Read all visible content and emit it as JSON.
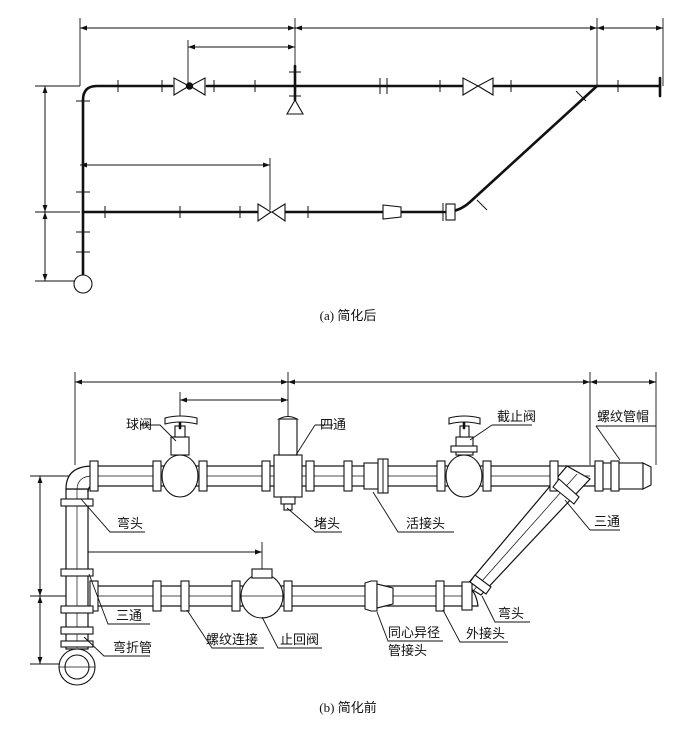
{
  "captions": {
    "a": "(a) 简化后",
    "b": "(b) 简化前"
  },
  "labels": {
    "ball_valve": "球阀",
    "cross": "四通",
    "globe_valve": "截止阀",
    "threaded_cap": "螺纹管帽",
    "elbow_top": "弯头",
    "plug": "堵头",
    "union": "活接头",
    "tee_right": "三通",
    "tee_left": "三通",
    "bent_pipe": "弯折管",
    "threaded_joint": "螺纹连接",
    "check_valve": "止回阀",
    "reducer_line1": "同心异径",
    "reducer_line2": "管接头",
    "outer_coupling": "外接头",
    "elbow_bottom": "弯头"
  }
}
